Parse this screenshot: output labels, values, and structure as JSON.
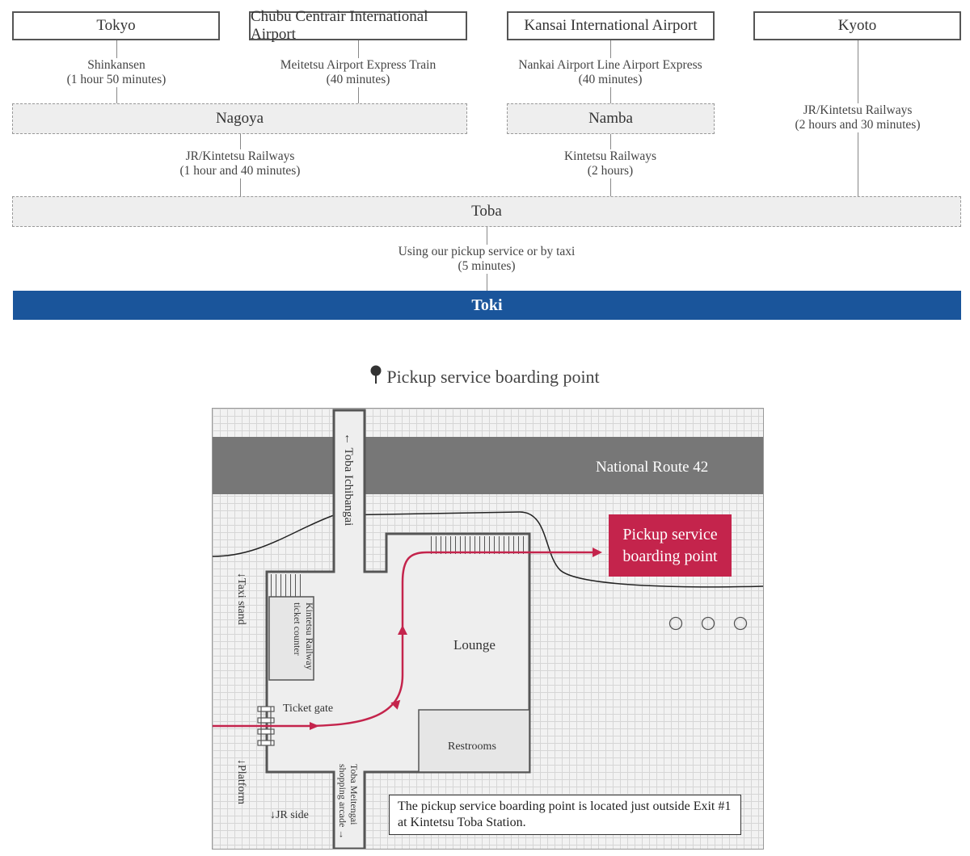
{
  "origins": {
    "tokyo": "Tokyo",
    "chubu": "Chubu Centrair International Airport",
    "kansai": "Kansai International Airport",
    "kyoto": "Kyoto"
  },
  "routes": {
    "shinkansen": [
      "Shinkansen",
      "(1 hour 50 minutes)"
    ],
    "meitetsu": [
      "Meitetsu Airport Express Train",
      "(40 minutes)"
    ],
    "nankai": [
      "Nankai Airport Line Airport Express",
      "(40 minutes)"
    ],
    "jr_kintetsu_kyoto": [
      "JR/Kintetsu Railways",
      "(2 hours and 30 minutes)"
    ],
    "jr_kintetsu_nagoya": [
      "JR/Kintetsu Railways",
      "(1 hour and 40 minutes)"
    ],
    "kintetsu_namba": [
      "Kintetsu Railways",
      "(2 hours)"
    ],
    "pickup_taxi": [
      "Using our pickup service or by taxi",
      "(5 minutes)"
    ]
  },
  "stations": {
    "nagoya": "Nagoya",
    "namba": "Namba",
    "toba": "Toba"
  },
  "destination": "Toki",
  "map": {
    "title": "Pickup service boarding point",
    "pin_icon": "map-pin-icon",
    "road_label": "National Route 42",
    "toba_ichibangai": "← Toba Ichibangai",
    "taxi_stand": "↓Taxi stand",
    "ticket_counter": "Kintetsu Railway ticket counter",
    "lounge": "Lounge",
    "ticket_gate": "Ticket gate",
    "restrooms": "Restrooms",
    "platform": "↓Platform",
    "jr_side": "↓JR side",
    "meitengai": "Toba Meitengai shopping arcade →",
    "pickup_point": [
      "Pickup service",
      "boarding point"
    ],
    "note": "The pickup service boarding point is located just outside Exit #1 at Kintetsu Toba Station.",
    "colors": {
      "accent": "#c4244c",
      "destination": "#1a559b",
      "road": "#777777"
    }
  }
}
